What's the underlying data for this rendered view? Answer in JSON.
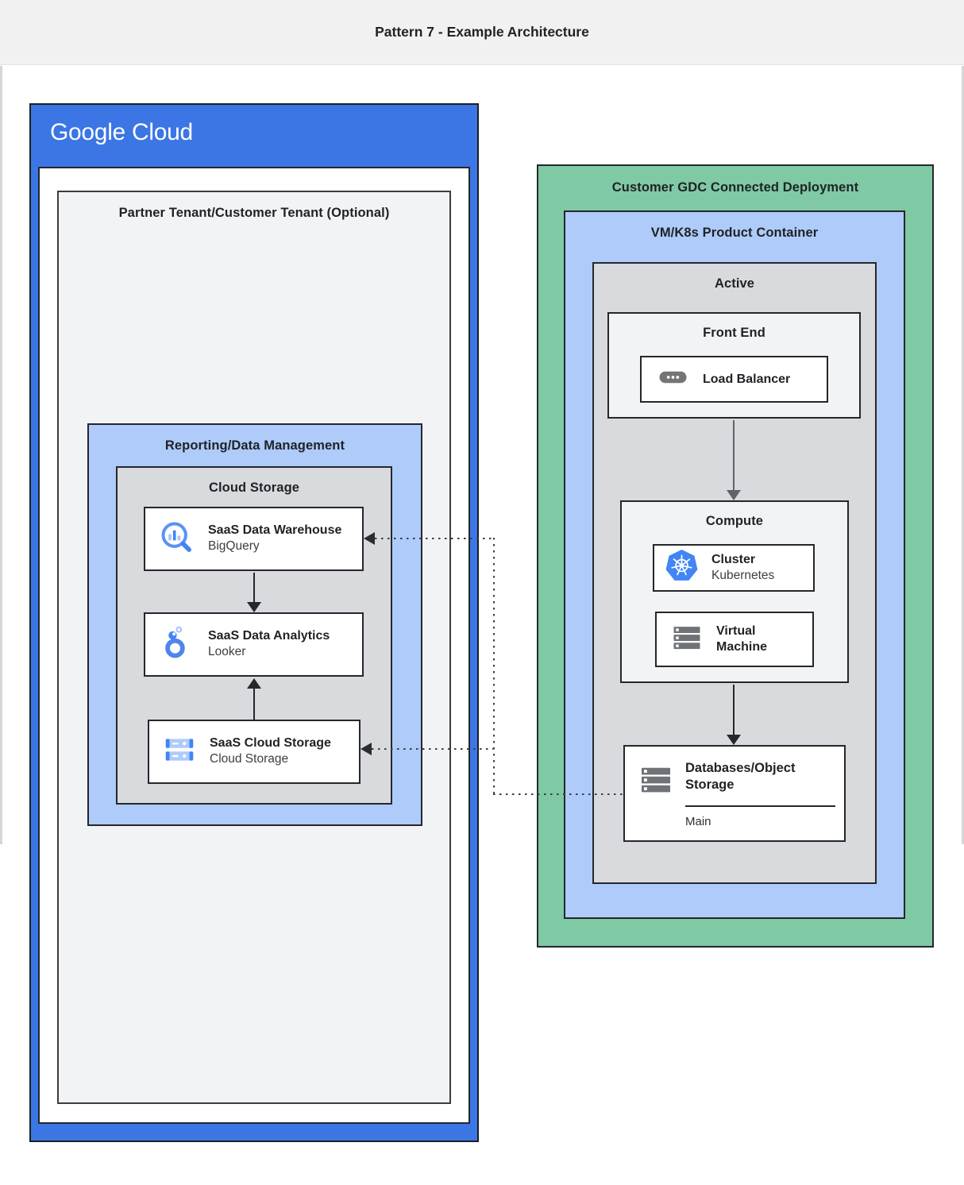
{
  "header": {
    "title": "Pattern 7 - Example Architecture"
  },
  "palette": {
    "header_bg": "#f1f1f1",
    "google_blue": "#3b76e4",
    "light_blue_zone": "#aecbfa",
    "green_zone": "#7fc9a4",
    "gray_zone": "#d9dadd",
    "light_panel": "#f1f3f4",
    "border_dark": "#24272b",
    "arrow_gray": "#5f6368",
    "icon_blue": "#4285f4",
    "icon_light_blue": "#a7c5f9",
    "icon_gray": "#6f7276"
  },
  "google_cloud": {
    "logo_text": "Google Cloud",
    "partner_tenant_label": "Partner Tenant/Customer Tenant (Optional)",
    "reporting_label": "Reporting/Data Management",
    "cloud_storage_label": "Cloud Storage",
    "warehouse": {
      "title": "SaaS Data Warehouse",
      "subtitle": "BigQuery",
      "icon": "bigquery-icon"
    },
    "analytics": {
      "title": "SaaS Data Analytics",
      "subtitle": "Looker",
      "icon": "looker-icon"
    },
    "storage": {
      "title": "SaaS Cloud Storage",
      "subtitle": "Cloud Storage",
      "icon": "cloud-storage-icon"
    }
  },
  "gdc": {
    "label": "Customer GDC Connected Deployment",
    "vmk8s_label": "VM/K8s Product Container",
    "active_label": "Active",
    "front_end_label": "Front End",
    "load_balancer": {
      "title": "Load Balancer",
      "icon": "load-balancer-icon"
    },
    "compute_label": "Compute",
    "cluster": {
      "title": "Cluster",
      "subtitle": "Kubernetes",
      "icon": "kubernetes-icon"
    },
    "vm": {
      "title": "Virtual Machine",
      "icon": "virtual-machine-icon"
    },
    "database": {
      "title": "Databases/Object Storage",
      "detail": "Main",
      "icon": "server-stack-icon"
    }
  }
}
